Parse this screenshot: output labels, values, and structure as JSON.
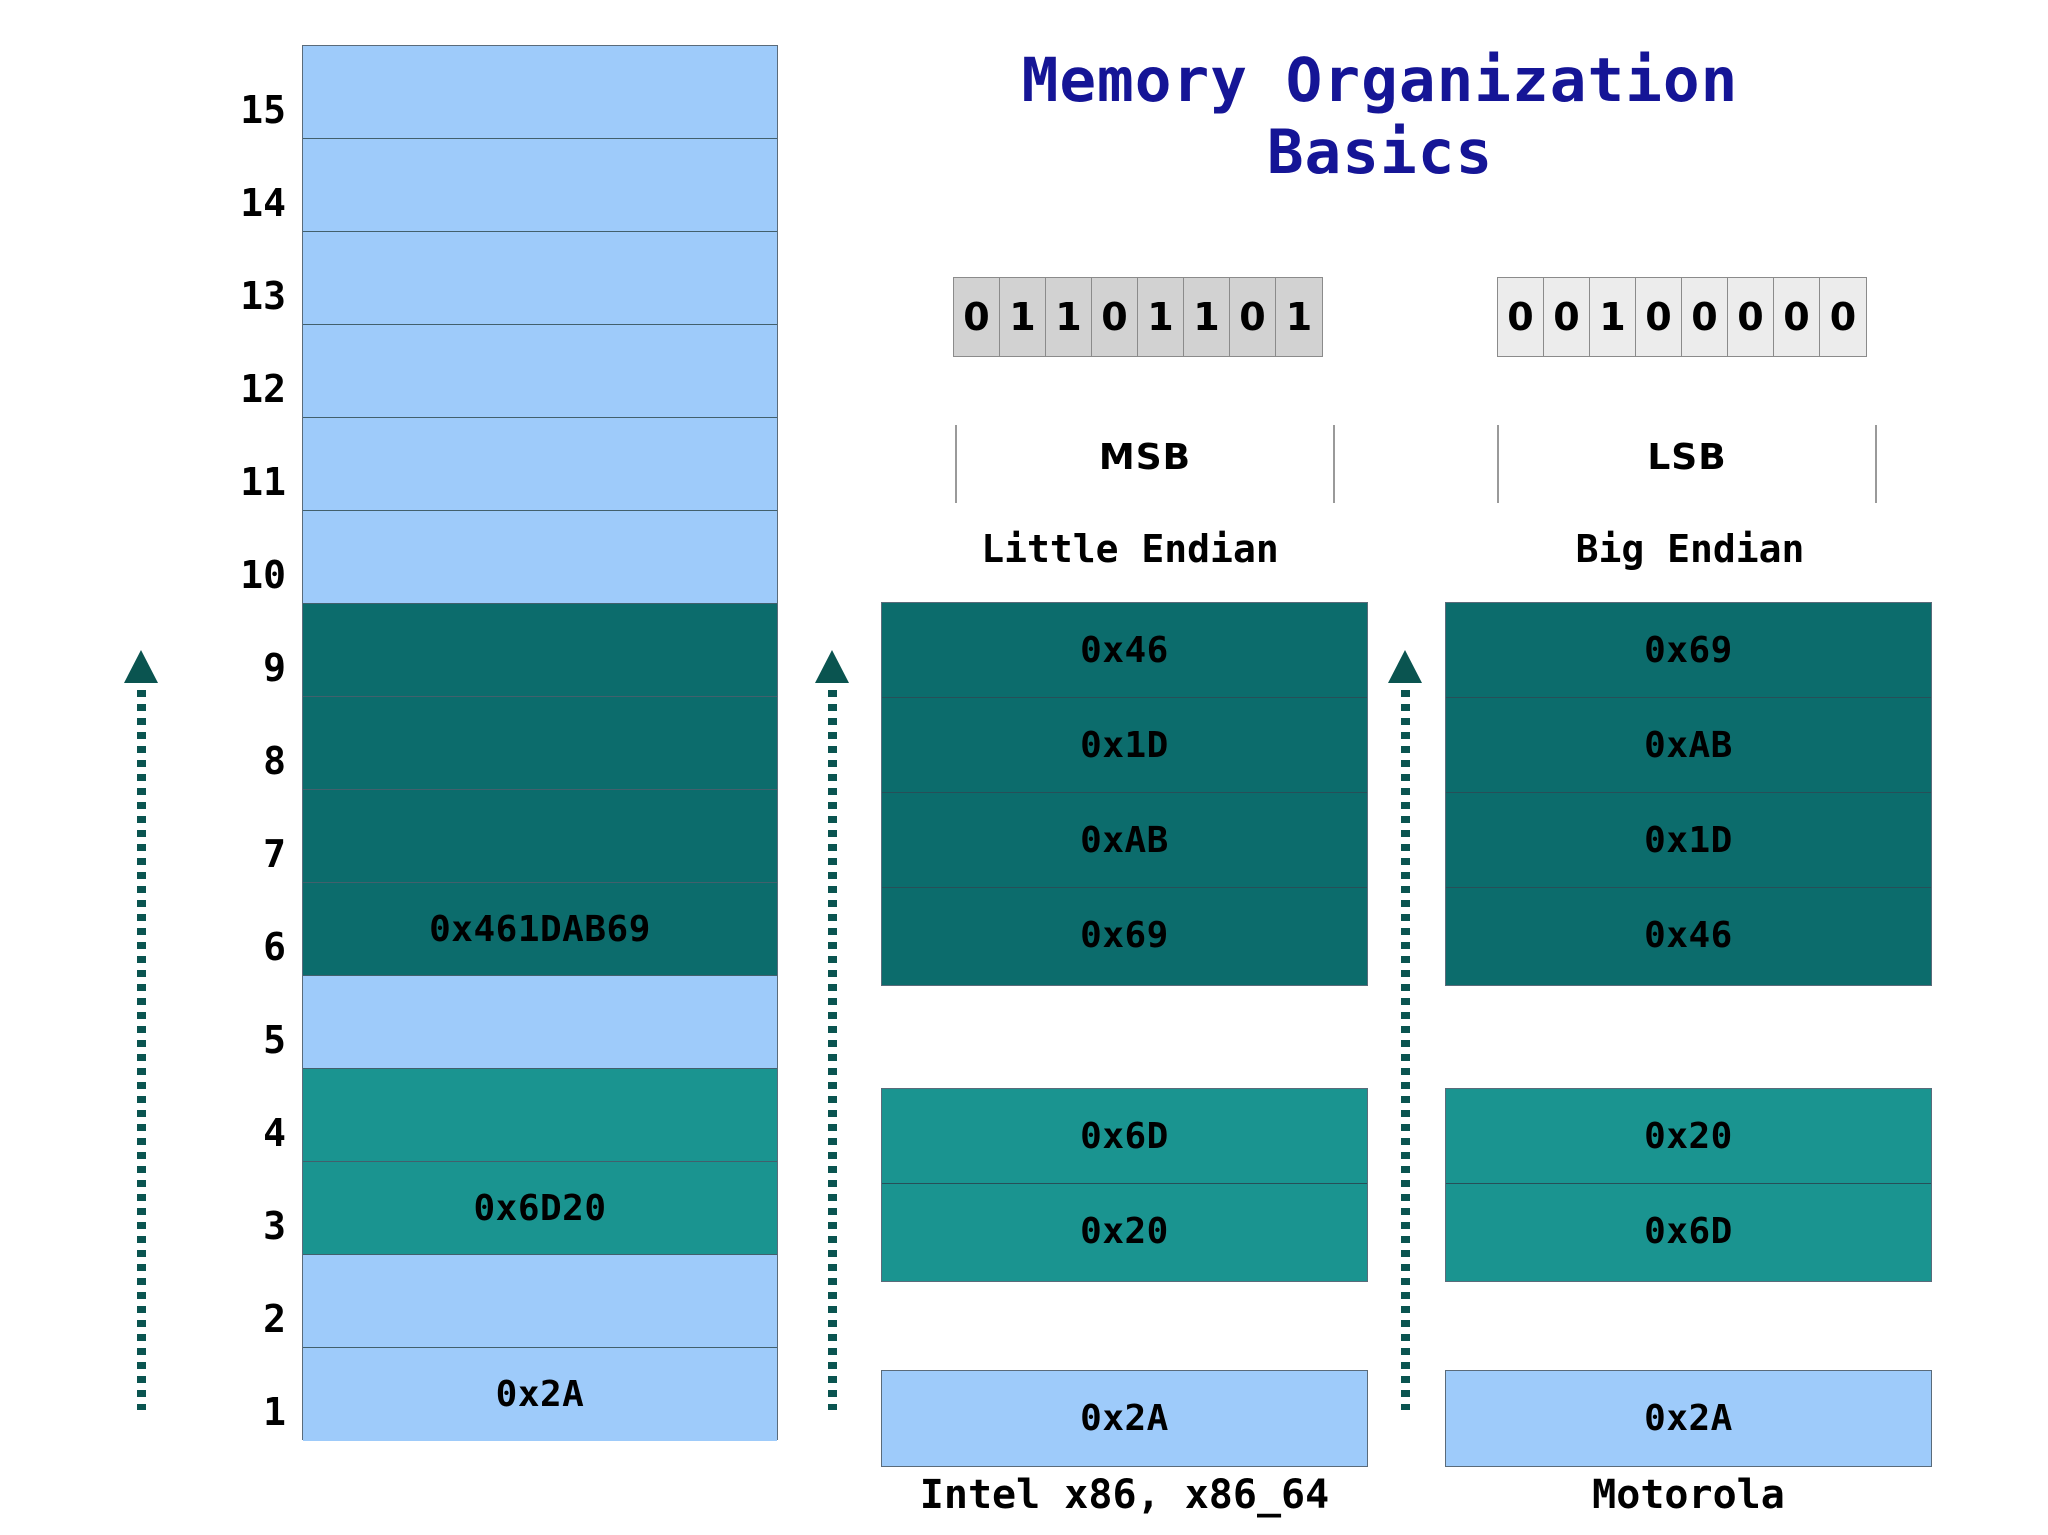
{
  "title": {
    "line1": "Memory Organization",
    "line2": "Basics"
  },
  "memory_column": {
    "addresses": [
      15,
      14,
      13,
      12,
      11,
      10,
      9,
      8,
      7,
      6,
      5,
      4,
      3,
      2,
      1
    ],
    "rows": [
      {
        "address": 15,
        "color": "blue",
        "value": ""
      },
      {
        "address": 14,
        "color": "blue",
        "value": ""
      },
      {
        "address": 13,
        "color": "blue",
        "value": ""
      },
      {
        "address": 12,
        "color": "blue",
        "value": ""
      },
      {
        "address": 11,
        "color": "blue",
        "value": ""
      },
      {
        "address": 10,
        "color": "blue",
        "value": ""
      },
      {
        "address": 9,
        "color": "dark",
        "value": ""
      },
      {
        "address": 8,
        "color": "dark",
        "value": ""
      },
      {
        "address": 7,
        "color": "dark",
        "value": ""
      },
      {
        "address": 6,
        "color": "dark",
        "value": "0x461DAB69"
      },
      {
        "address": 5,
        "color": "blue",
        "value": ""
      },
      {
        "address": 4,
        "color": "mid",
        "value": ""
      },
      {
        "address": 3,
        "color": "mid",
        "value": "0x6D20"
      },
      {
        "address": 2,
        "color": "blue",
        "value": ""
      },
      {
        "address": 1,
        "color": "blue",
        "value": "0x2A"
      }
    ]
  },
  "bits": {
    "left": [
      "0",
      "1",
      "1",
      "0",
      "1",
      "1",
      "0",
      "1"
    ],
    "right": [
      "0",
      "0",
      "1",
      "0",
      "0",
      "0",
      "0",
      "0"
    ]
  },
  "significance": {
    "left_label": "MSB",
    "right_label": "LSB"
  },
  "endian": {
    "left_heading": "Little Endian",
    "right_heading": "Big Endian",
    "left_arch": "Intel x86, x86_64",
    "right_arch": "Motorola"
  },
  "little_endian": {
    "word_bytes": [
      "0x46",
      "0x1D",
      "0xAB",
      "0x69"
    ],
    "half_bytes": [
      "0x6D",
      "0x20"
    ],
    "byte": [
      "0x2A"
    ]
  },
  "big_endian": {
    "word_bytes": [
      "0x69",
      "0xAB",
      "0x1D",
      "0x46"
    ],
    "half_bytes": [
      "0x20",
      "0x6D"
    ],
    "byte": [
      "0x2A"
    ]
  },
  "colors": {
    "title": "#151596",
    "light_blue": "#9ecbfa",
    "dark_teal": "#0c6c6c",
    "mid_teal": "#1a9490",
    "arrow": "#0a5450",
    "bit_dark": "#d2d2d2",
    "bit_light": "#ececec"
  }
}
